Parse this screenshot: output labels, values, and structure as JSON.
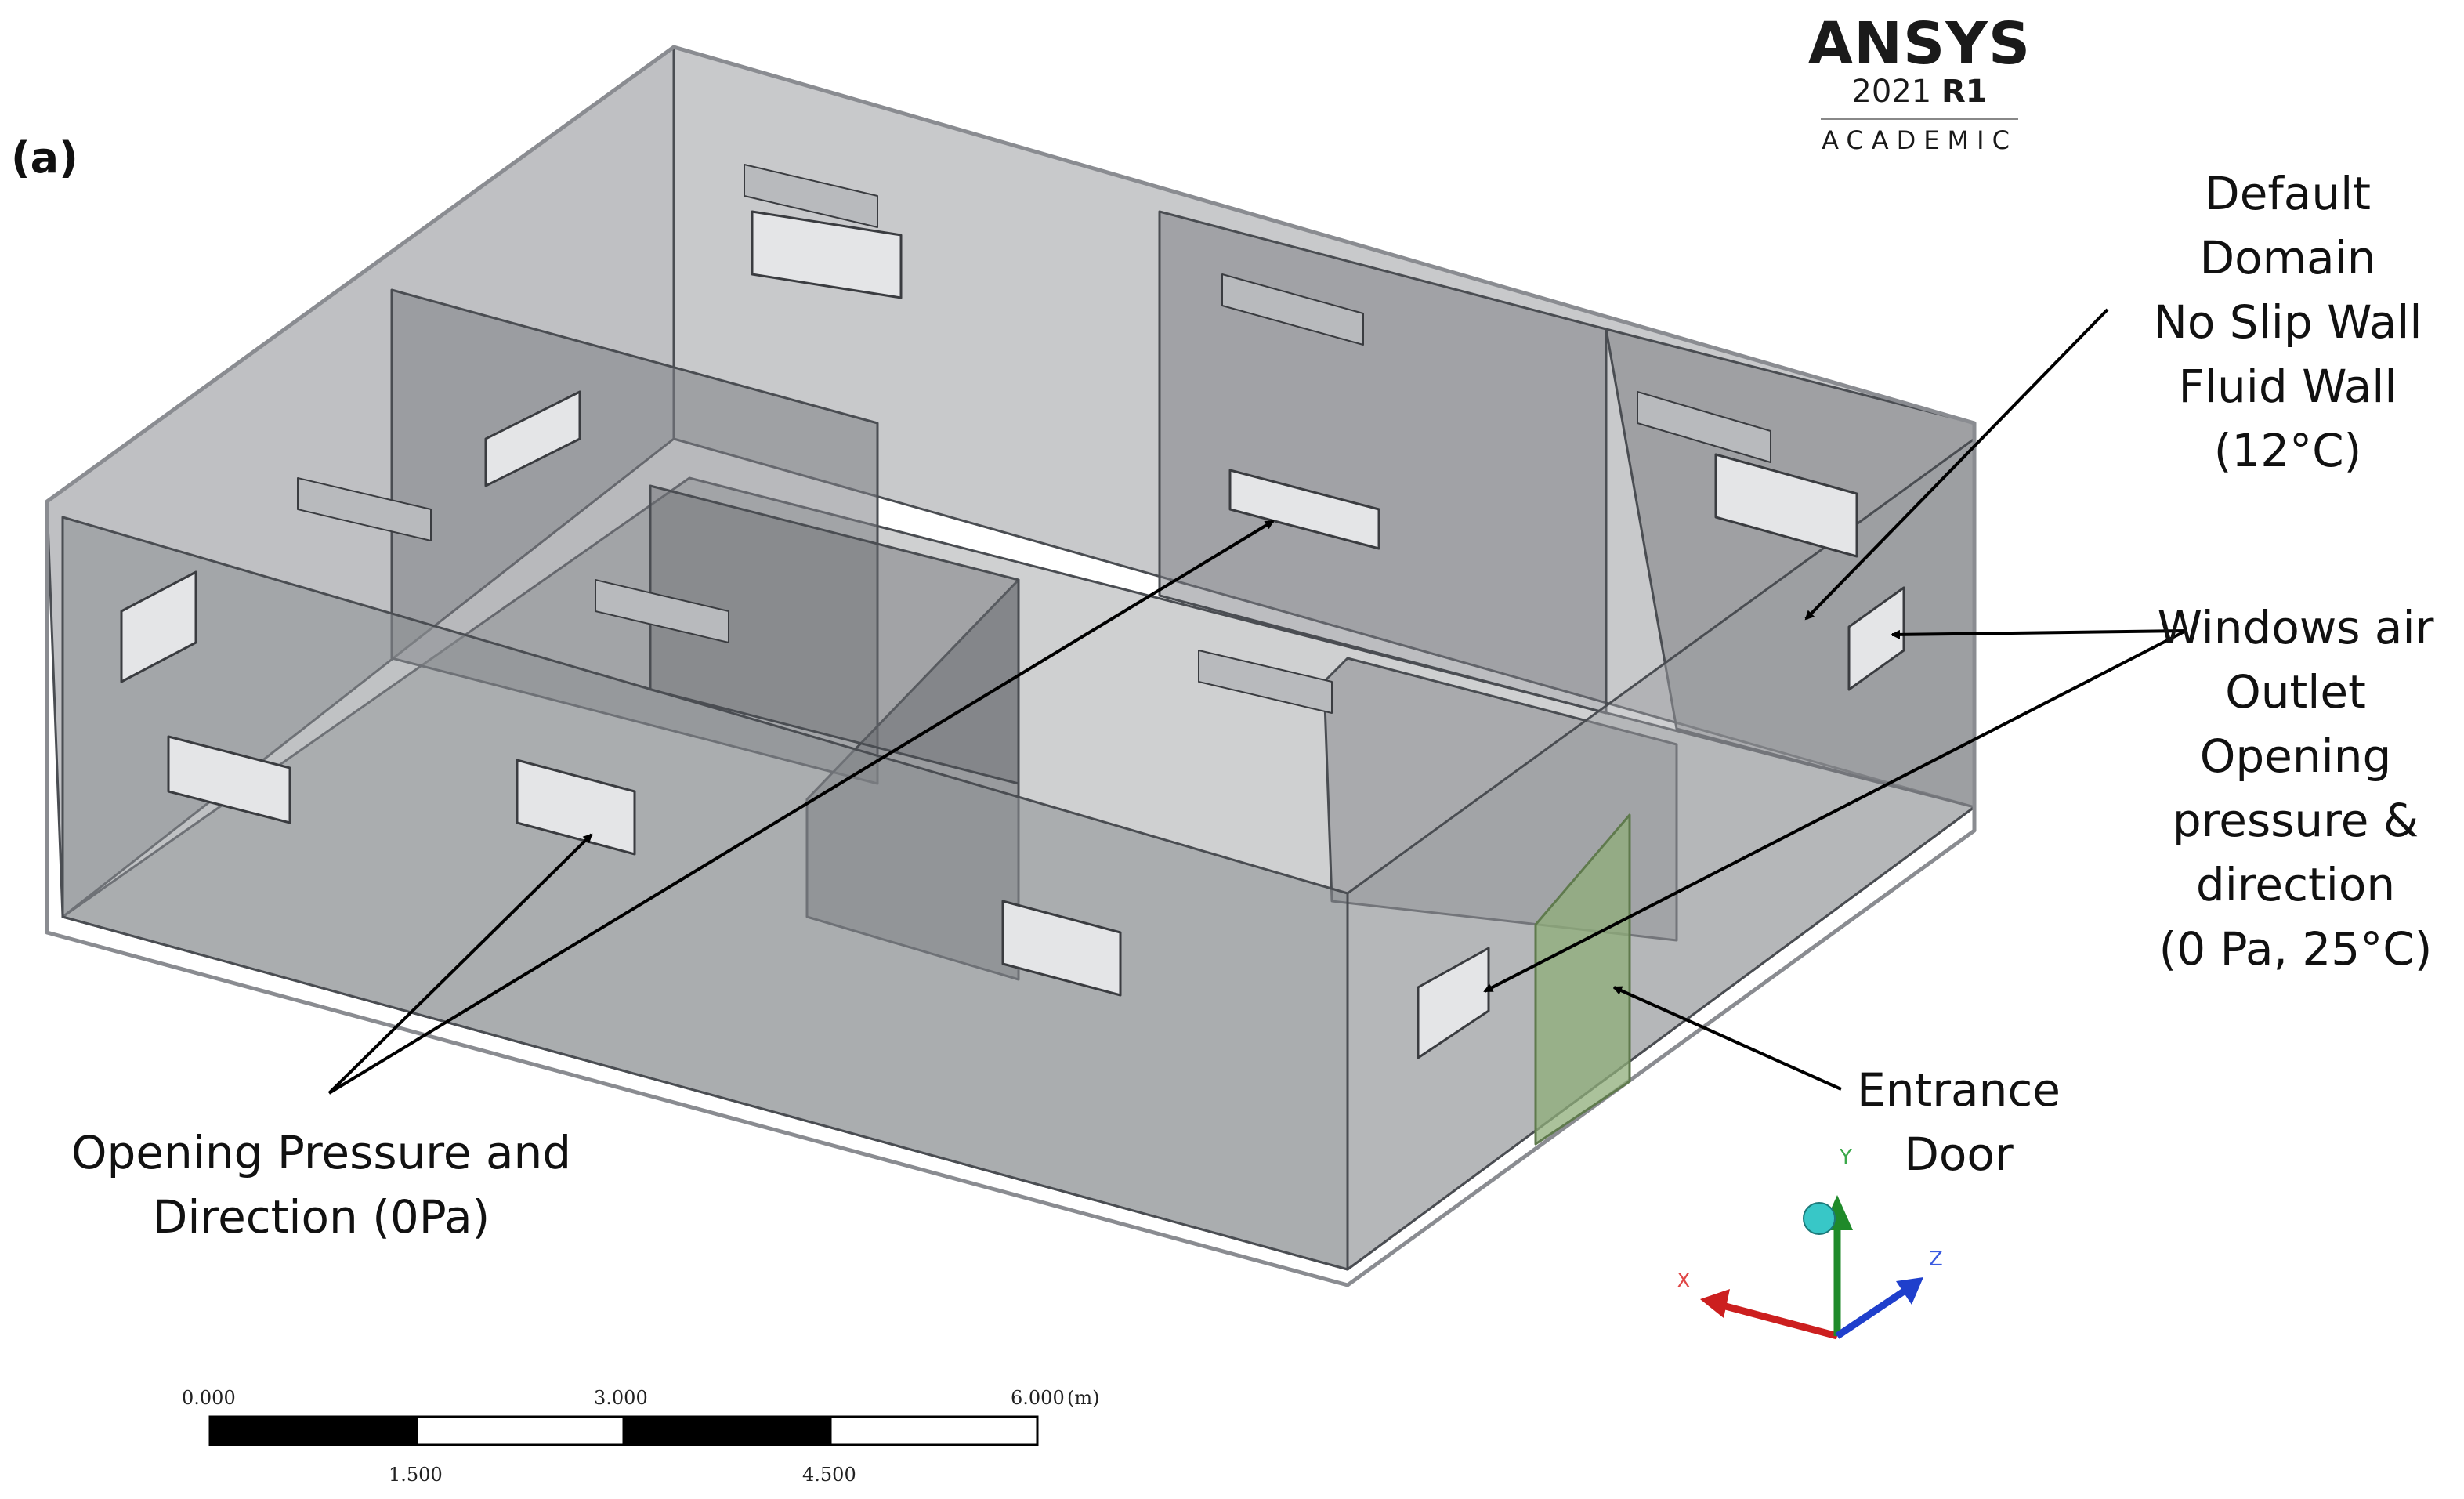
{
  "panel_label": "(a)",
  "brand": {
    "name": "ANSYS",
    "version": "2021",
    "release": "R1",
    "edition": "ACADEMIC"
  },
  "annotations": {
    "domain": [
      "Default",
      "Domain",
      "No Slip Wall",
      "Fluid Wall",
      "(12°C)"
    ],
    "windows": [
      "Windows air",
      "Outlet",
      "Opening",
      "pressure &",
      "direction",
      "(0 Pa, 25°C)"
    ],
    "door": [
      "Entrance",
      "Door"
    ],
    "opening": [
      "Opening Pressure and",
      "Direction (0Pa)"
    ]
  },
  "scale_bar": {
    "top_ticks": [
      "0.000",
      "3.000",
      "6.000"
    ],
    "unit": "(m)",
    "bottom_ticks": [
      "1.500",
      "4.500"
    ]
  },
  "triad": {
    "x": "X",
    "y": "Y",
    "z": "Z"
  },
  "colors": {
    "wall": "#8e9095",
    "door": "#8fae7a",
    "axis_x": "#cc1f1f",
    "axis_y": "#1f8a2a",
    "axis_z": "#1f3fcc"
  }
}
